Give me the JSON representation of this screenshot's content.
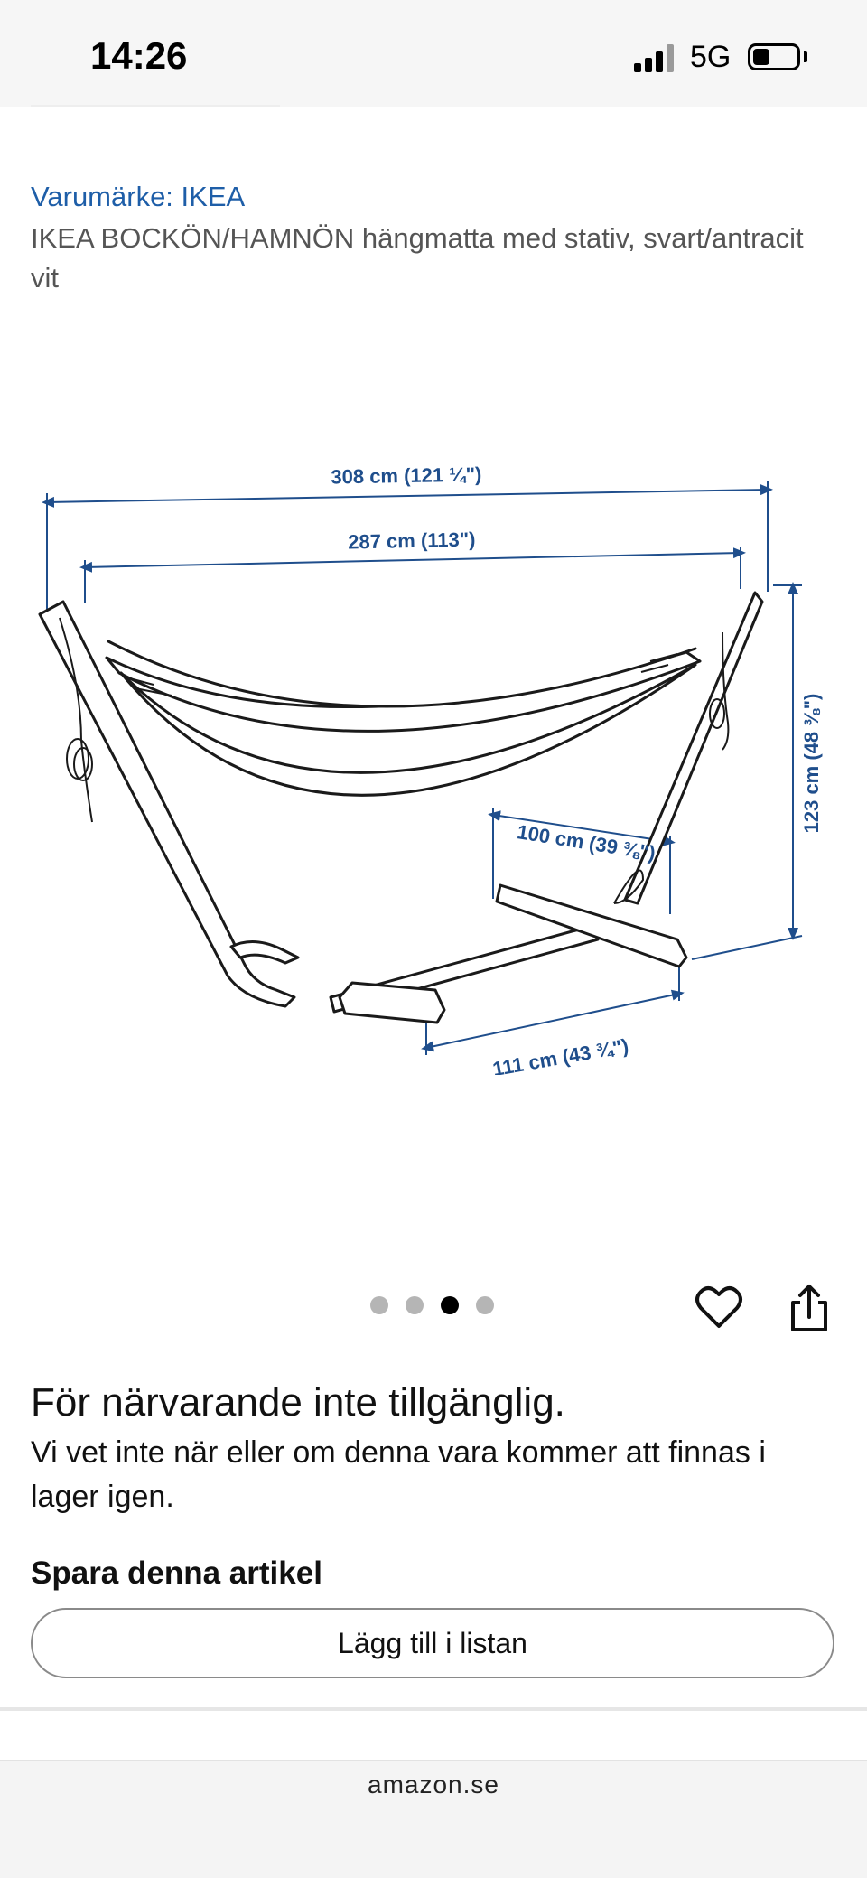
{
  "status_bar": {
    "time": "14:26",
    "network": "5G"
  },
  "product": {
    "brand": "Varumärke: IKEA",
    "title": "IKEA BOCKÖN/HAMNÖN hängmatta med stativ, svart/antracit vit"
  },
  "diagram_labels": {
    "total_length": "308 cm (121 ¼\")",
    "hammock_length": "287 cm (113\")",
    "height": "123 cm (48 ⅜\")",
    "base_width_inner": "100 cm (39 ⅜\")",
    "base_width_outer": "111 cm (43 ¾\")"
  },
  "carousel": {
    "count": 4,
    "active_index": 2
  },
  "actions": {
    "favorite_icon": "heart-icon",
    "share_icon": "share-icon"
  },
  "availability": {
    "heading": "För närvarande inte tillgänglig.",
    "message": "Vi vet inte när eller om denna vara kommer att finnas i lager igen."
  },
  "save": {
    "heading": "Spara denna artikel",
    "button_label": "Lägg till i listan"
  },
  "footer": {
    "domain": "amazon.se"
  },
  "colors": {
    "brand_link": "#1e5ea8",
    "dimension": "#1f4e8c"
  }
}
